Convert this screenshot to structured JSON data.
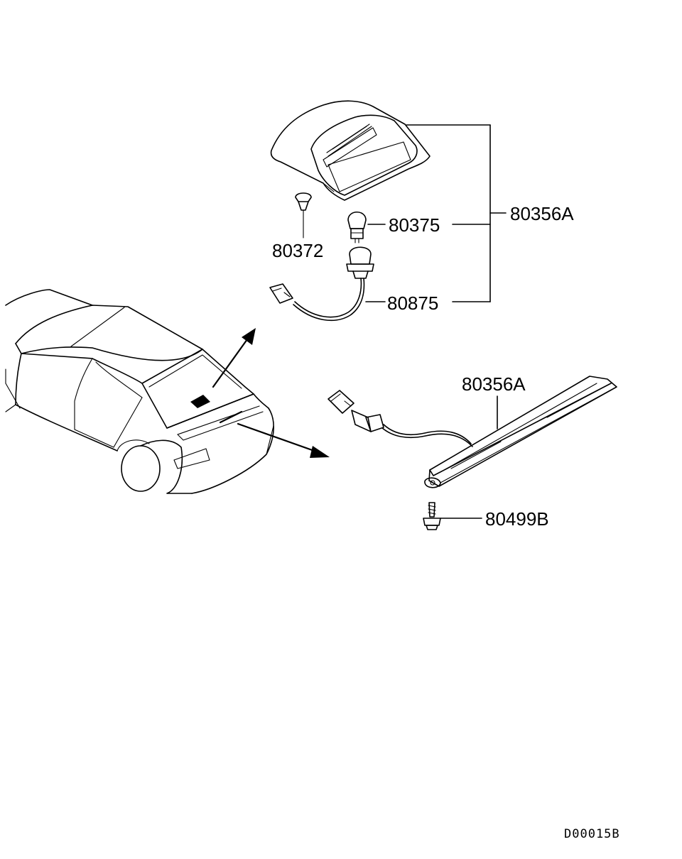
{
  "diagram": {
    "labels": {
      "lamp_assembly_top": "80356A",
      "bulb": "80375",
      "clip": "80372",
      "socket_harness": "80875",
      "lamp_assembly_bottom": "80356A",
      "screw": "80499B"
    },
    "code": "D00015B"
  }
}
